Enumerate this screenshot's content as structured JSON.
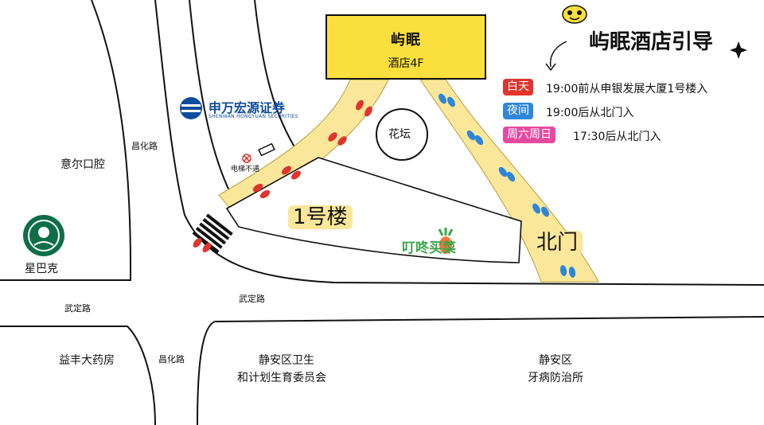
{
  "hotel": {
    "brand": "屿眠",
    "floor_label": "酒店4F"
  },
  "guide": {
    "title": "屿眠酒店引导",
    "rows": [
      {
        "badge": "白天",
        "badge_color": "#e0342c",
        "text": "19:00前从申银发展大厦1号楼入"
      },
      {
        "badge": "夜间",
        "badge_color": "#2d86d8",
        "text": "19:00后从北门入"
      },
      {
        "badge": "周六周日",
        "badge_color": "#e64aa0",
        "text": "17:30后从北门入"
      }
    ]
  },
  "landmarks": {
    "flower_bed": "花坛",
    "building": "1号楼",
    "north_gate": "北门",
    "elevator_note": "电梯不通",
    "yierkouqiang": "意尔口腔",
    "starbucks": "星巴克",
    "yifeng": "益丰大药房",
    "health_commission_line1": "静安区卫生",
    "health_commission_line2": "和计划生育委员会",
    "dental_line1": "静安区",
    "dental_line2": "牙病防治所"
  },
  "roads": {
    "changhua_upper": "昌化路",
    "changhua_lower": "昌化路",
    "wuding_left": "武定路",
    "wuding_center": "武定路"
  },
  "logos": {
    "shenwan_cn": "申万宏源证券",
    "shenwan_en": "SHENWAN HONGYUAN SECURITIES",
    "dingdong": "叮咚买菜"
  },
  "colors": {
    "path_yellow": "#fbe79a",
    "hotel_yellow": "#fbdf3c",
    "red_footprint": "#e0342c",
    "blue_footprint": "#2d86d8",
    "starbucks_green": "#0e6e47",
    "shenwan_blue": "#0f4c9c",
    "dingdong_green": "#3aa54a"
  },
  "icons": [
    "red-footprint-icon",
    "blue-footprint-icon",
    "no-entry-icon",
    "starbucks-logo-icon",
    "smiley-icon",
    "sparkle-icon",
    "curved-arrow-icon",
    "stairs-icon"
  ]
}
